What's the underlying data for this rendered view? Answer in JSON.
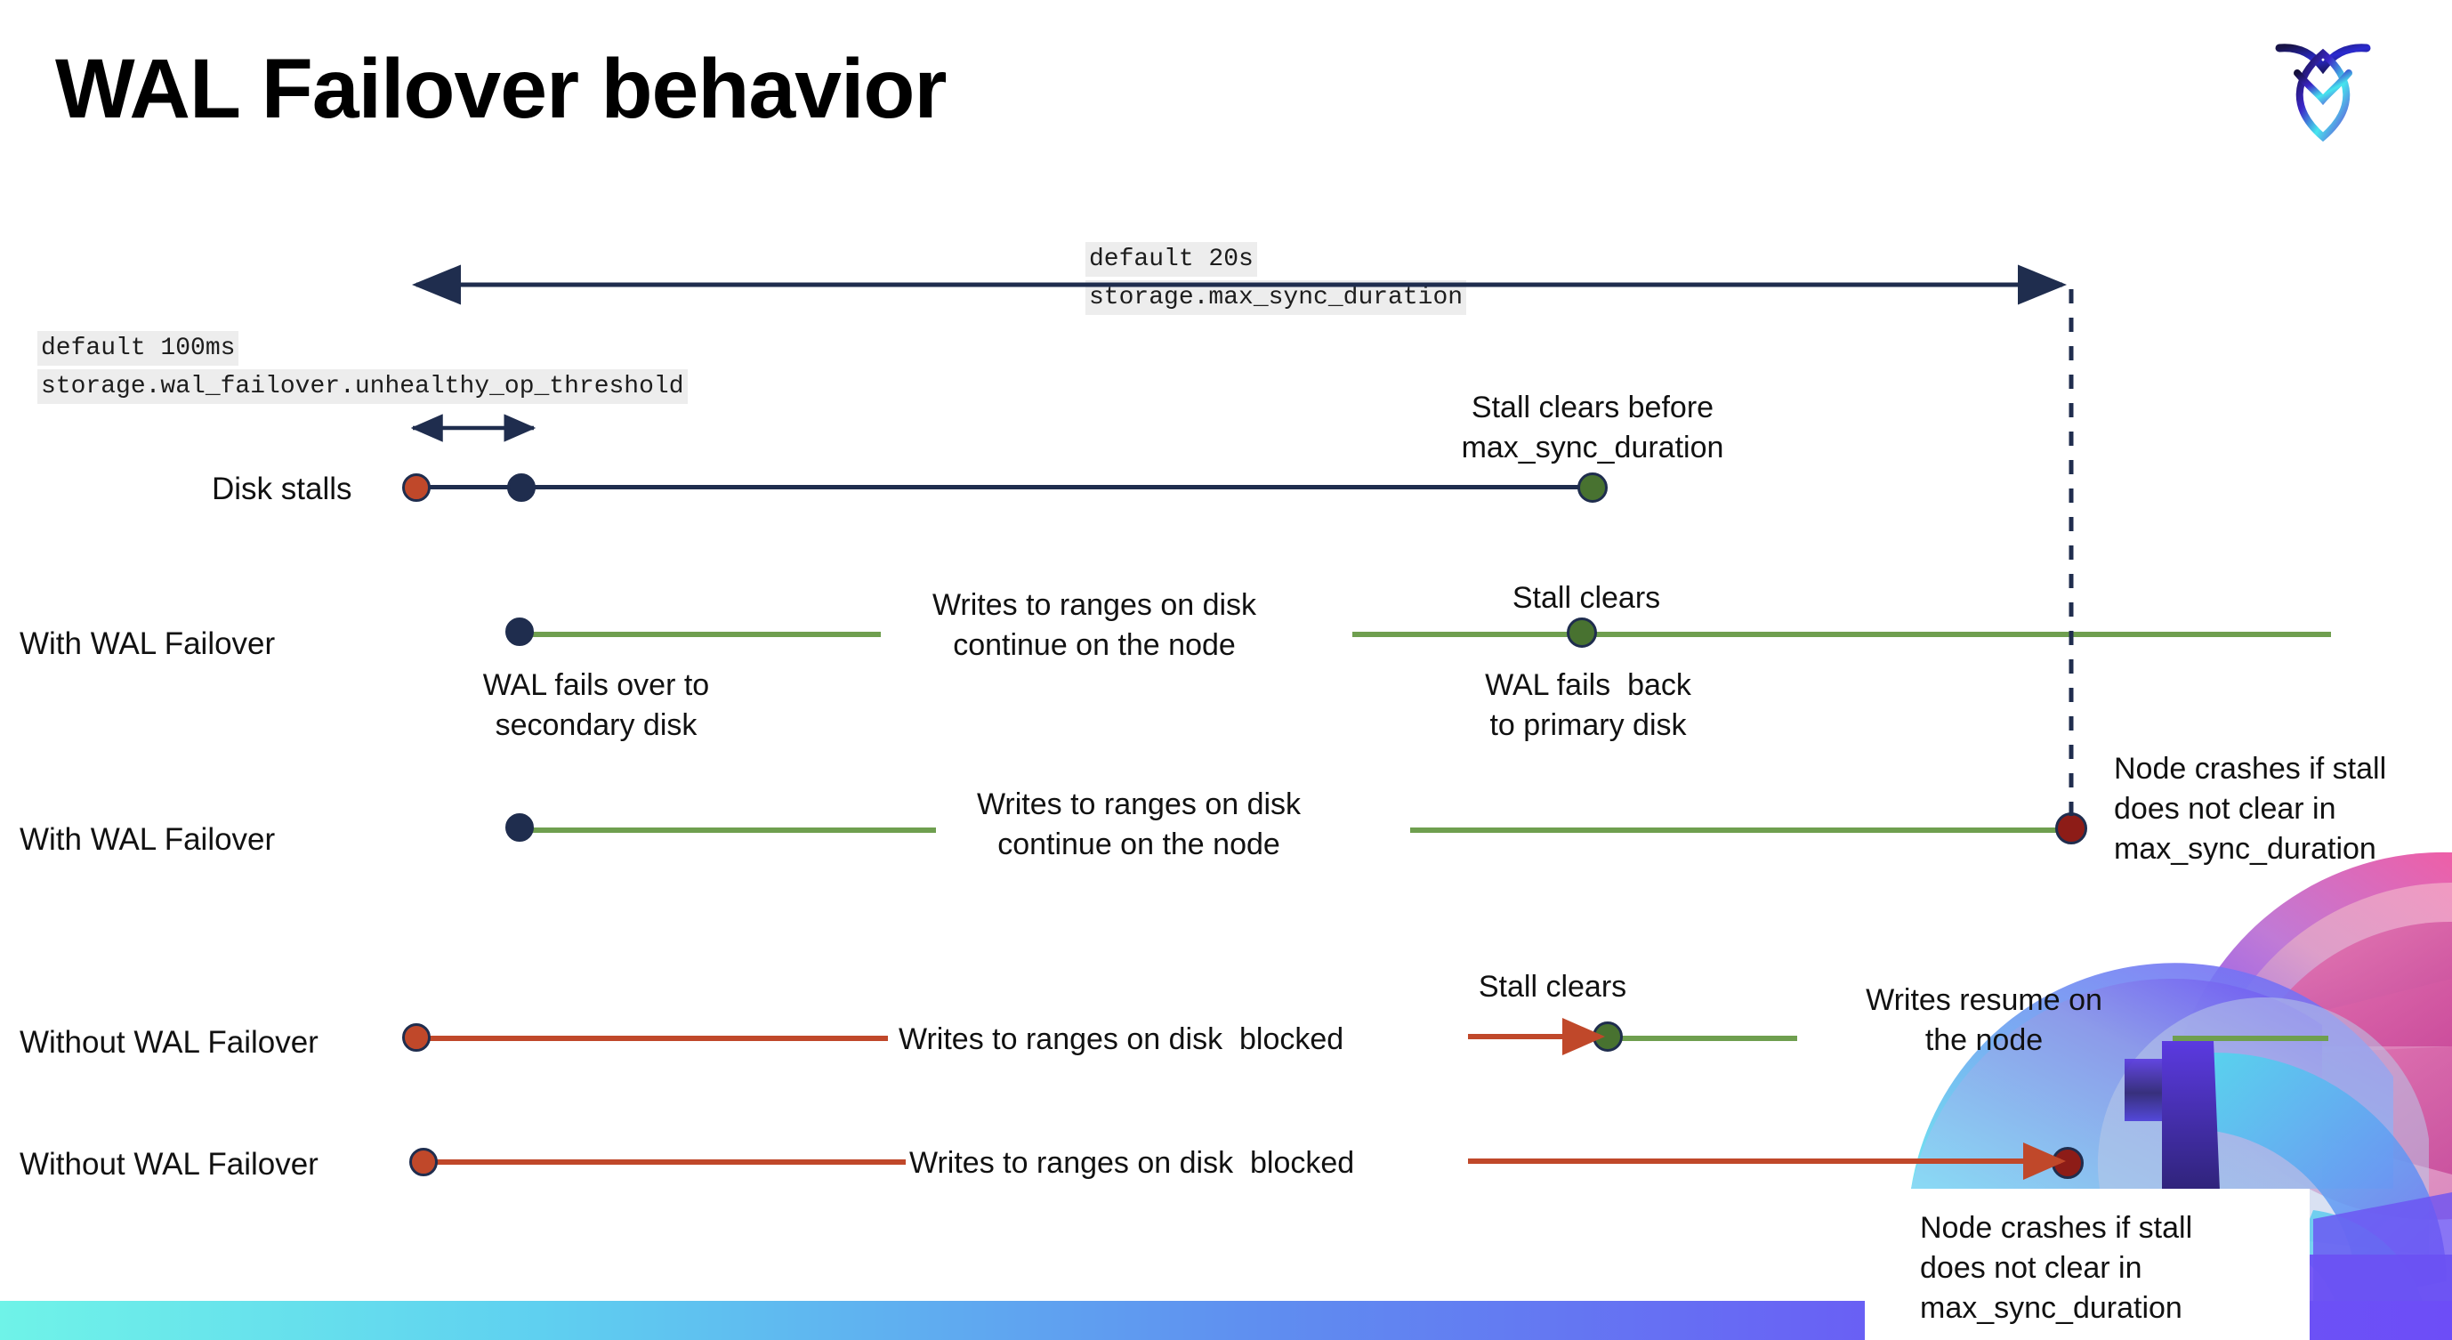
{
  "page": {
    "title": "WAL Failover behavior",
    "logo_name": "cockroachdb-logo"
  },
  "annotations": {
    "max_sync": {
      "default": "default 20s",
      "setting": "storage.max_sync_duration"
    },
    "unhealthy_op": {
      "default": "default 100ms",
      "setting": "storage.wal_failover.unhealthy_op_threshold"
    }
  },
  "rows": {
    "disk_stalls": {
      "label": "Disk stalls"
    },
    "with_failover_1": {
      "label": "With WAL Failover"
    },
    "with_failover_2": {
      "label": "With WAL Failover"
    },
    "without_failover_1": {
      "label": "Without WAL Failover"
    },
    "without_failover_2": {
      "label": "Without WAL Failover"
    }
  },
  "callouts": {
    "stall_clears_before": "Stall clears before\nmax_sync_duration",
    "stall_clears_1": "Stall clears",
    "stall_clears_2": "Stall clears",
    "wal_fails_over": "WAL fails over to\nsecondary disk",
    "wal_fails_back": "WAL fails  back\nto primary disk",
    "writes_continue_1": "Writes to ranges on disk\ncontinue on the node",
    "writes_continue_2": "Writes to ranges on disk\ncontinue on the node",
    "writes_blocked_1": "Writes to ranges on disk  blocked",
    "writes_blocked_2": "Writes to ranges on disk  blocked",
    "writes_resume": "Writes resume on\nthe node",
    "node_crashes_1": "Node crashes if stall\ndoes not clear in\nmax_sync_duration",
    "node_crashes_2": "Node crashes if stall\ndoes not clear in\nmax_sync_duration"
  },
  "colors": {
    "navy": "#1f2d4e",
    "orange": "#c0482a",
    "green_line": "#6f9f4f",
    "green_dot": "#487230",
    "dark_red_dot": "#8d1c17",
    "chip_bg": "#ededed",
    "bar_gradient_start": "#6ff3e8",
    "bar_gradient_end": "#6d4df7"
  }
}
